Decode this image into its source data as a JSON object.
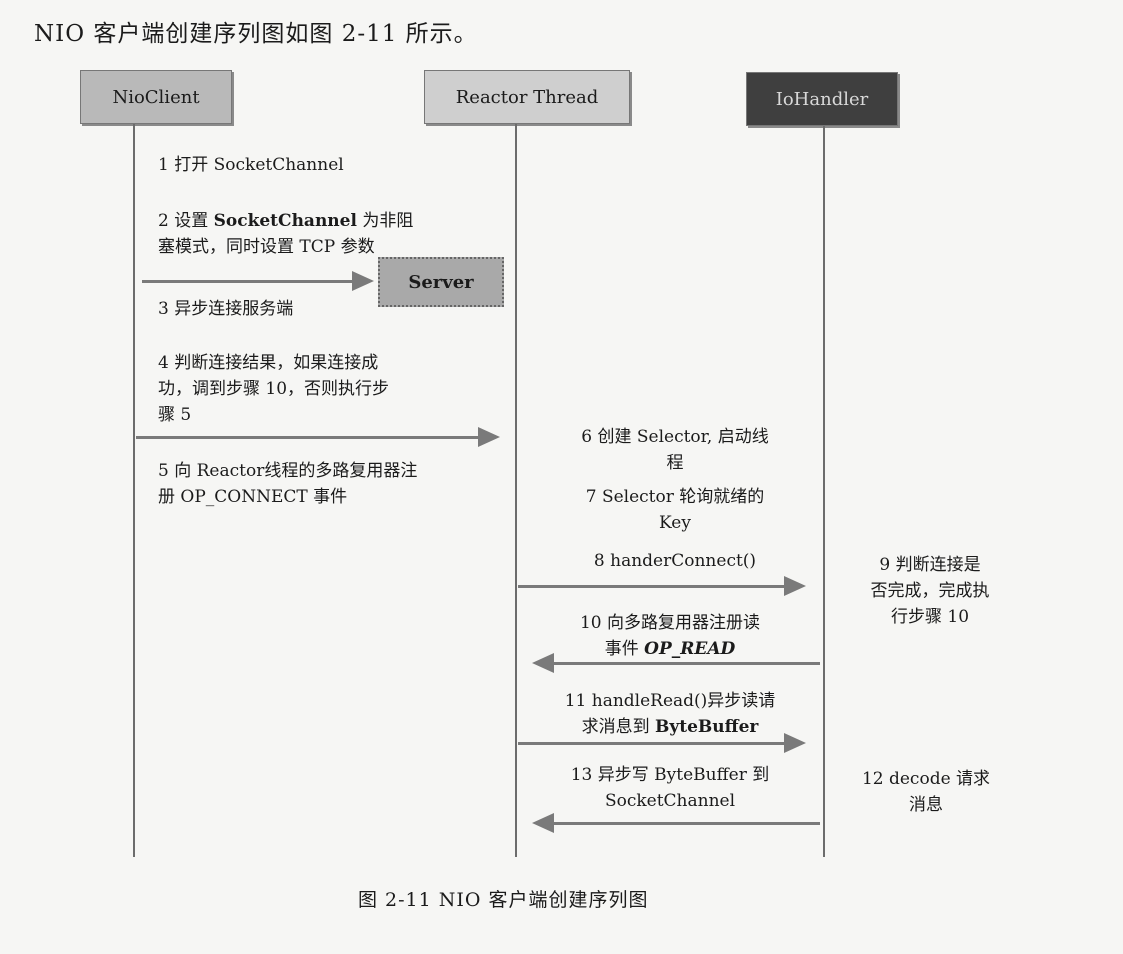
{
  "intro": "NIO 客户端创建序列图如图 2-11 所示。",
  "actors": {
    "nioclient": "NioClient",
    "reactor": "Reactor Thread",
    "iohandler": "IoHandler",
    "server": "Server"
  },
  "steps": {
    "s1": "1  打开  SocketChannel",
    "s2_pre": "2  设置 ",
    "s2_kw": "SocketChannel",
    "s2_post": " 为非阻",
    "s2_l2": "塞模式，同时设置 TCP 参数",
    "s3": "3  异步连接服务端",
    "s4_l1": "4  判断连接结果，如果连接成",
    "s4_l2": "功，调到步骤  10，否则执行步",
    "s4_l3": "骤 5",
    "s5_l1": "5  向 Reactor线程的多路复用器注",
    "s5_l2": "册 OP_CONNECT 事件",
    "s6_l1": "6  创建 Selector, 启动线",
    "s6_l2": "程",
    "s7_l1": "7 Selector 轮询就绪的",
    "s7_l2": "Key",
    "s8": "8  handerConnect()",
    "s9_l1": "9  判断连接是",
    "s9_l2": "否完成，完成执",
    "s9_l3": "行步骤 10",
    "s10_l1": "10  向多路复用器注册读",
    "s10_pre": "事件 ",
    "s10_kw": "OP_READ",
    "s11_l1": "11 handleRead()异步读请",
    "s11_pre": "求消息到 ",
    "s11_kw": "ByteBuffer",
    "s12_l1": "12 decode  请求",
    "s12_l2": "消息",
    "s13_l1": "13  异步写  ByteBuffer 到",
    "s13_l2": "SocketChannel"
  },
  "caption": "图 2-11    NIO 客户端创建序列图",
  "colors": {
    "nioclient_fill": "#b9b9b9",
    "reactor_fill": "#cfcfcf",
    "iohandler_fill": "#3f3f3f",
    "server_fill": "#a9a9a9",
    "arrow": "#7a7a7a"
  }
}
